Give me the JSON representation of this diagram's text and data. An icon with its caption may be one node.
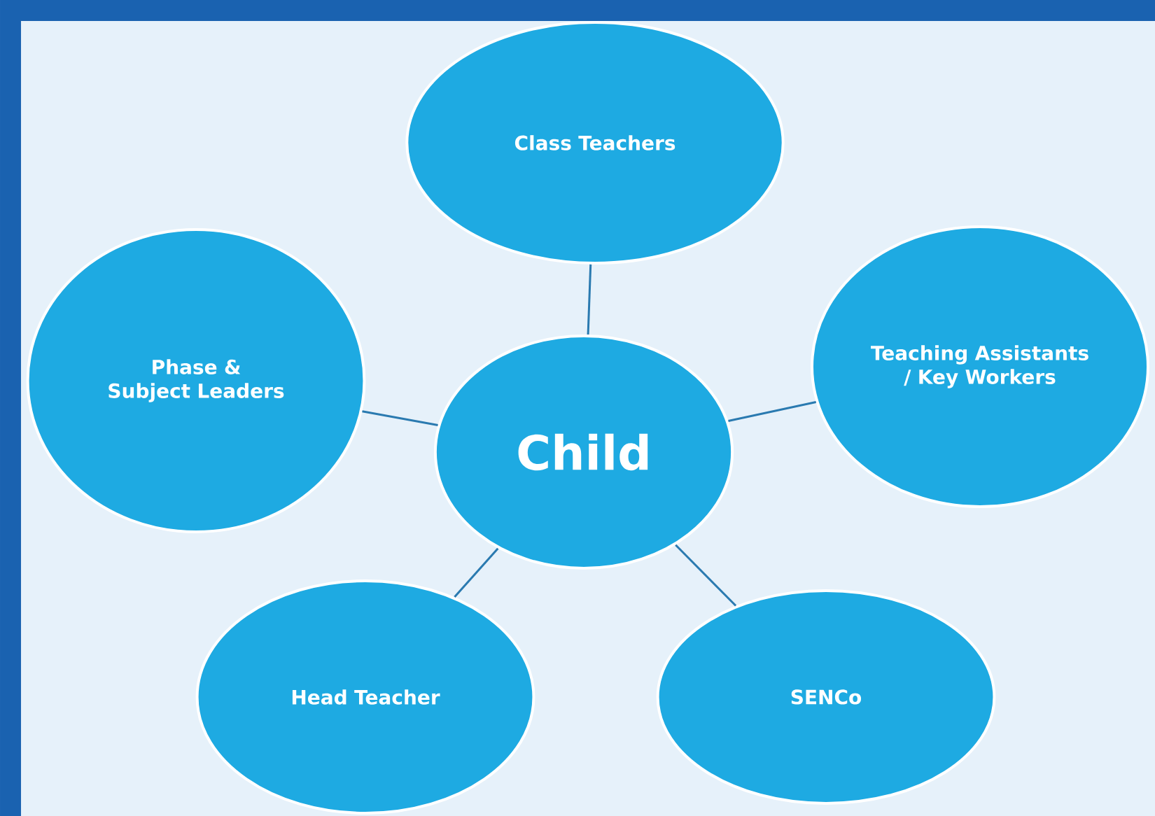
{
  "diagram": {
    "nodes": [
      {
        "text": [
          "Child"
        ]
      },
      {
        "text": [
          "Class Teachers"
        ]
      },
      {
        "text": [
          "Teaching Assistants / Key Workers"
        ]
      },
      {
        "text": [
          "SENCo"
        ]
      },
      {
        "text": [
          "Head Teacher"
        ]
      },
      {
        "text": [
          "Phase & Subject Leaders"
        ]
      }
    ],
    "edges": [
      {
        "from": 0,
        "to": 1,
        "arrow": "none"
      },
      {
        "from": 0,
        "to": 2,
        "arrow": "none"
      },
      {
        "from": 0,
        "to": 3,
        "arrow": "none"
      },
      {
        "from": 0,
        "to": 4,
        "arrow": "none"
      },
      {
        "from": 0,
        "to": 5,
        "arrow": "none"
      }
    ]
  }
}
